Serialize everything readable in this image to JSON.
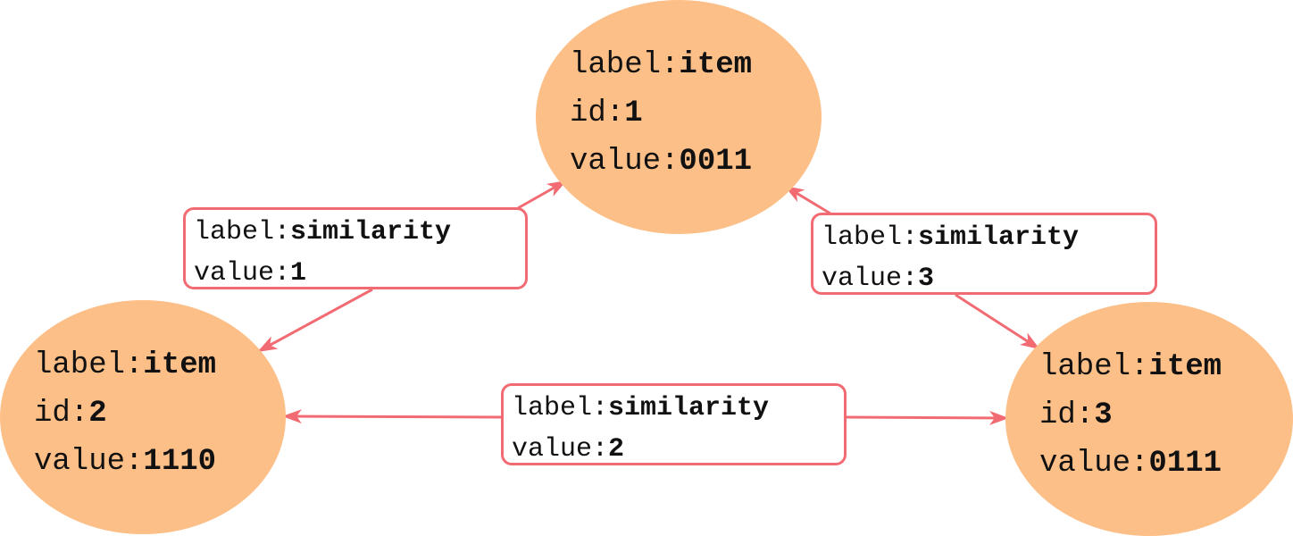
{
  "colors": {
    "node_fill": "#FDBF88",
    "edge_color": "#F26B73",
    "text": "#111111"
  },
  "nodes": [
    {
      "id": "n1",
      "label_key": "label:",
      "label_value": "item",
      "id_key": "id:",
      "id_value": "1",
      "value_key": "value:",
      "value_value": "0011"
    },
    {
      "id": "n2",
      "label_key": "label:",
      "label_value": "item",
      "id_key": "id:",
      "id_value": "2",
      "value_key": "value:",
      "value_value": "1110"
    },
    {
      "id": "n3",
      "label_key": "label:",
      "label_value": "item",
      "id_key": "id:",
      "id_value": "3",
      "value_key": "value:",
      "value_value": "0111"
    }
  ],
  "edges": [
    {
      "id": "e12",
      "between": [
        "n1",
        "n2"
      ],
      "label_key": "label:",
      "label_value": "similarity",
      "value_key": "value:",
      "value_value": "1"
    },
    {
      "id": "e13",
      "between": [
        "n1",
        "n3"
      ],
      "label_key": "label:",
      "label_value": "similarity",
      "value_key": "value:",
      "value_value": "3"
    },
    {
      "id": "e23",
      "between": [
        "n2",
        "n3"
      ],
      "label_key": "label:",
      "label_value": "similarity",
      "value_key": "value:",
      "value_value": "2"
    }
  ]
}
